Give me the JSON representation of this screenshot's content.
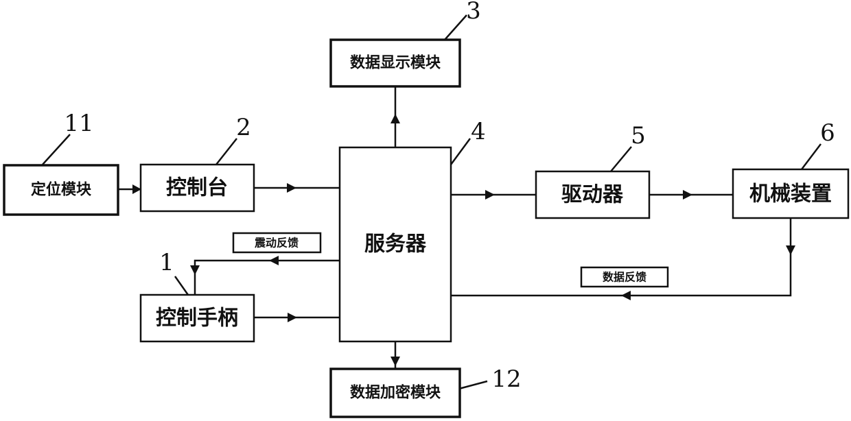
{
  "blocks": {
    "positioning_module": {
      "label": "定位模块",
      "number": "11"
    },
    "console": {
      "label": "控制台",
      "number": "2"
    },
    "data_display_module": {
      "label": "数据显示模块",
      "number": "3"
    },
    "server": {
      "label": "服务器",
      "number": "4"
    },
    "driver": {
      "label": "驱动器",
      "number": "5"
    },
    "mechanical_device": {
      "label": "机械装置",
      "number": "6"
    },
    "control_handle": {
      "label": "控制手柄",
      "number": "1"
    },
    "data_encryption_module": {
      "label": "数据加密模块",
      "number": "12"
    }
  },
  "feedback": {
    "vibration_feedback": "震动反馈",
    "data_feedback": "数据反馈"
  }
}
